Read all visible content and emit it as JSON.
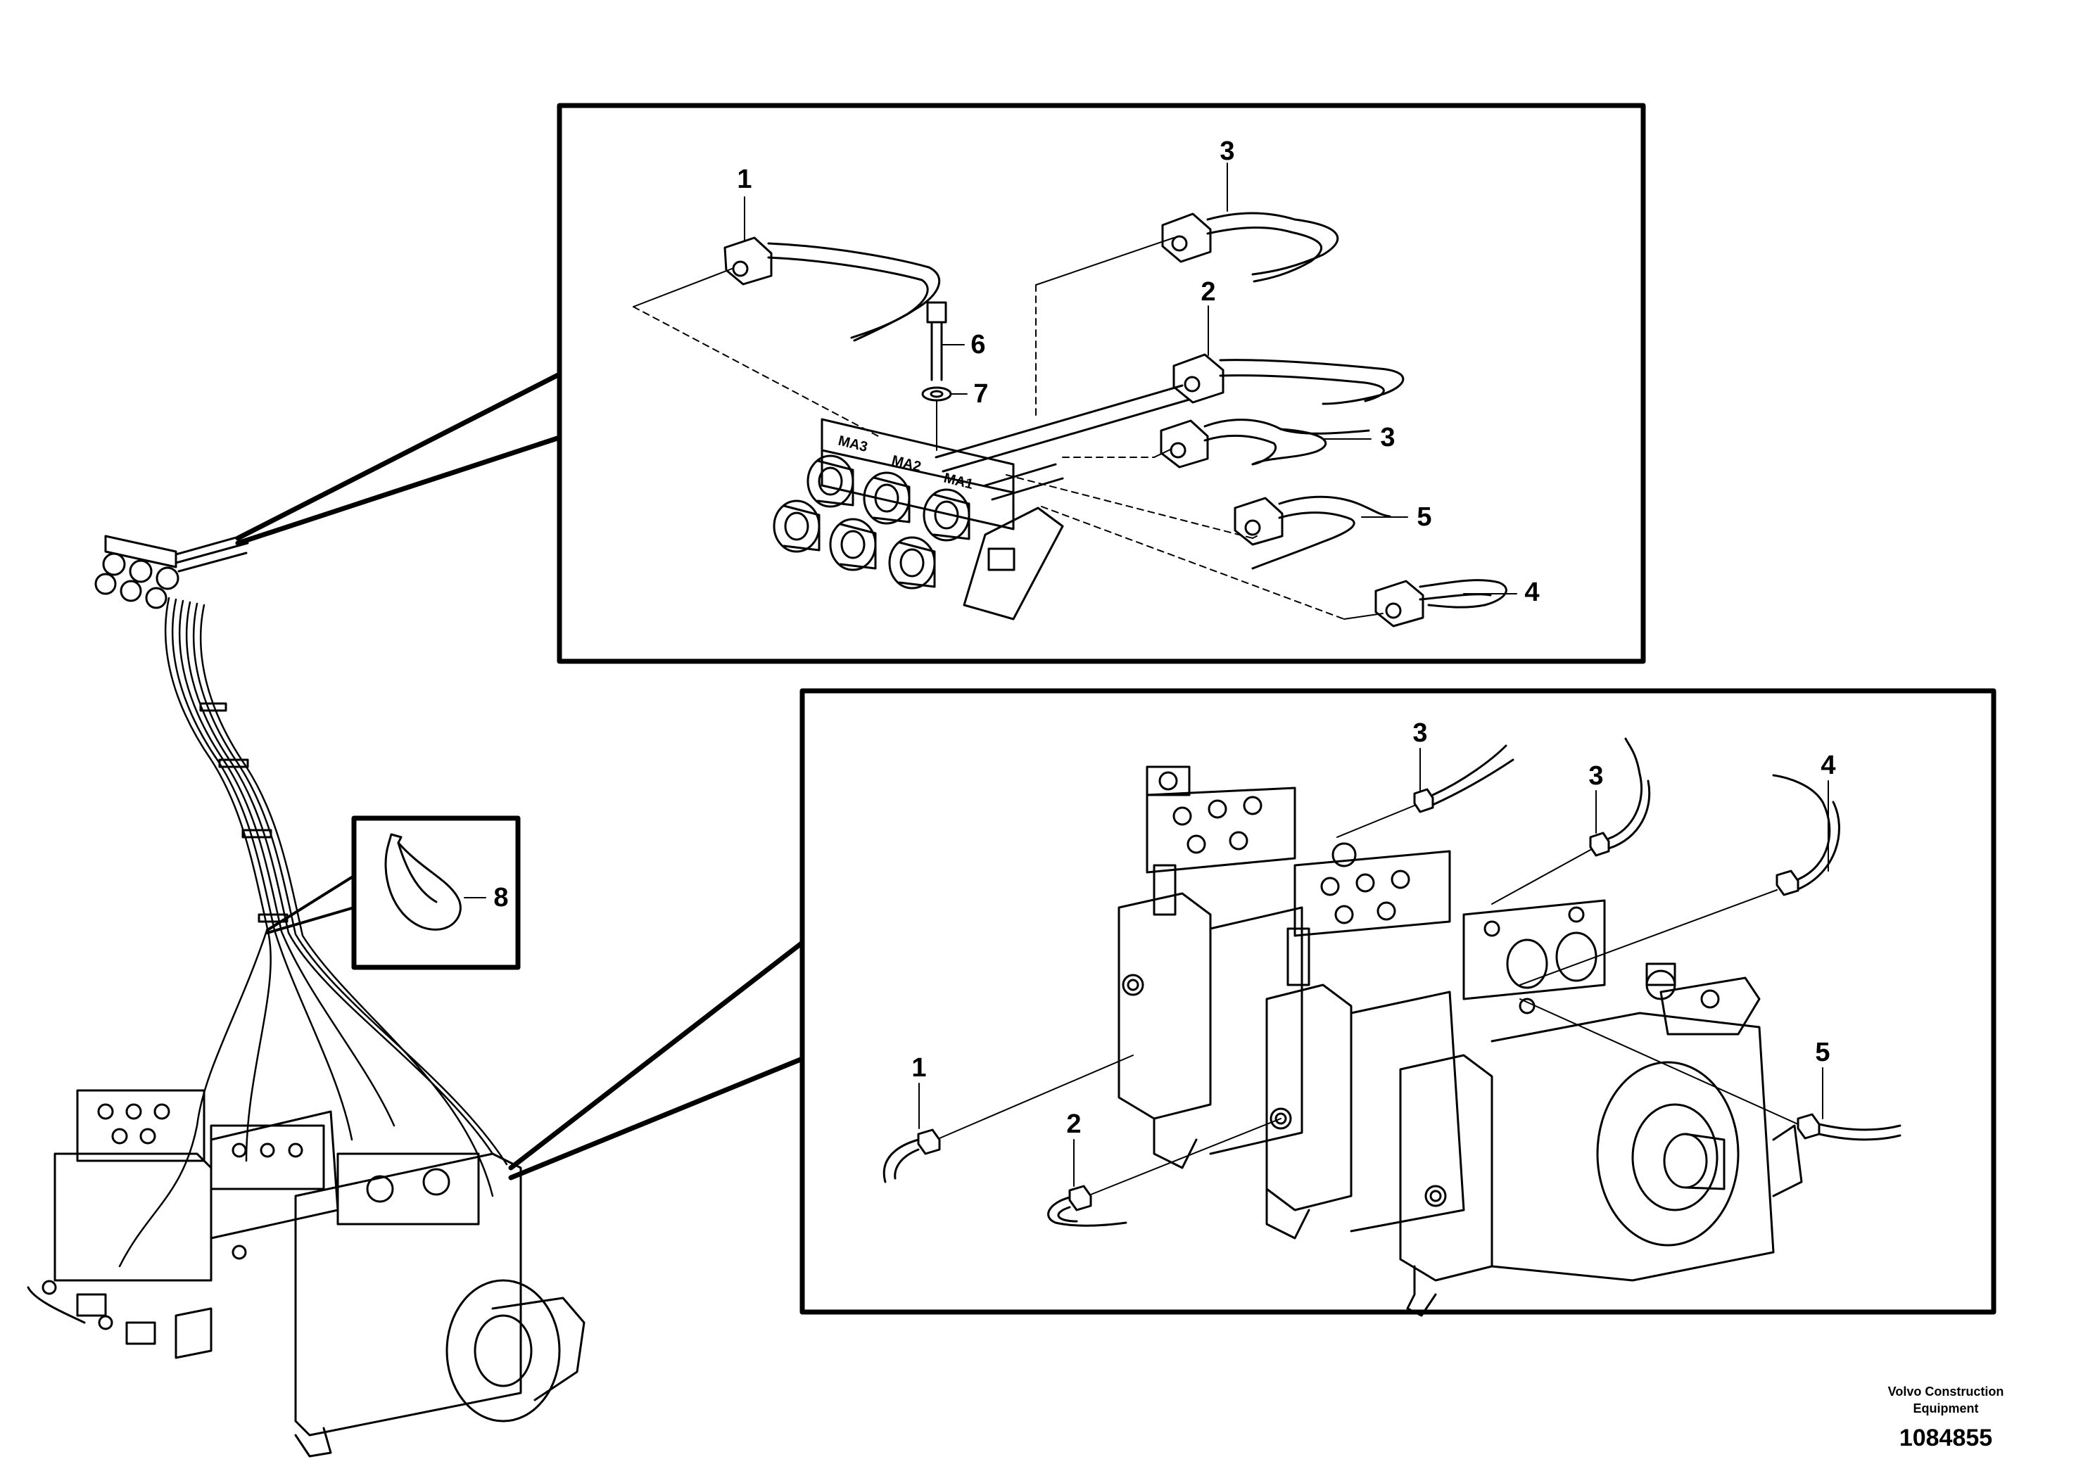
{
  "callouts": {
    "detail_top": [
      "1",
      "3",
      "2",
      "6",
      "7",
      "3",
      "5",
      "4"
    ],
    "detail_clip": [
      "8"
    ],
    "detail_pump": [
      "3",
      "3",
      "4",
      "1",
      "2",
      "5"
    ]
  },
  "valve_labels": [
    "MA3",
    "MA2",
    "MA1"
  ],
  "footer": {
    "company_line1": "Volvo Construction",
    "company_line2": "Equipment",
    "drawing_number": "1084855"
  },
  "colors": {
    "ink": "#000000",
    "paper": "#ffffff"
  }
}
